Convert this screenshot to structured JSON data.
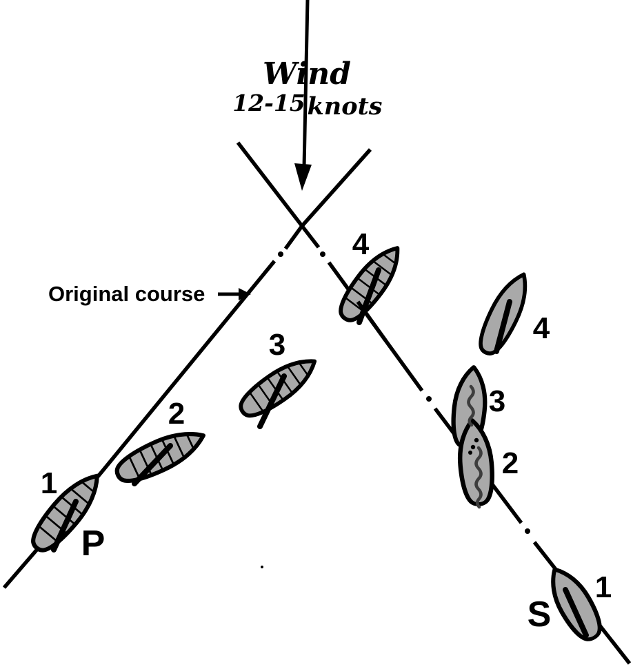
{
  "wind": {
    "label": "Wind",
    "speed": "12-15",
    "unit": "knots"
  },
  "course": {
    "label": "Original course"
  },
  "port_tack": {
    "label": "P",
    "positions": [
      "1",
      "2",
      "3",
      "4"
    ]
  },
  "starboard_tack": {
    "label": "S",
    "positions": [
      "1",
      "2",
      "3",
      "4"
    ]
  },
  "colors": {
    "hull_fill": "#a9a9a9",
    "ink": "#000000",
    "luff_line": "#3d3d3d"
  }
}
